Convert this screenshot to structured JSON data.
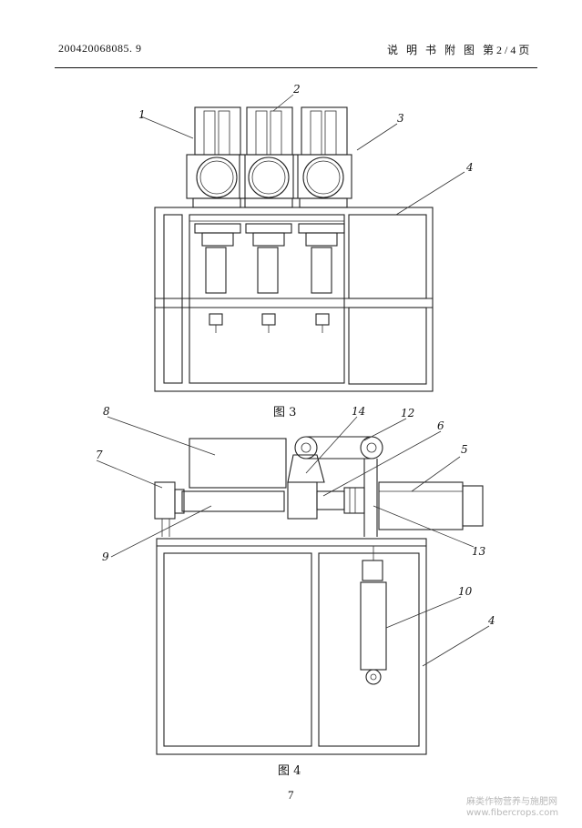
{
  "header": {
    "patent_number": "200420068085. 9",
    "doc_label": "说 明 书 附 图  第2/4页"
  },
  "figure3": {
    "caption": "图 3",
    "labels": [
      "1",
      "2",
      "3",
      "4"
    ]
  },
  "figure4": {
    "caption": "图 4",
    "labels": [
      "8",
      "14",
      "12",
      "6",
      "7",
      "5",
      "9",
      "13",
      "10",
      "4"
    ]
  },
  "page_number": "7",
  "watermark": {
    "line1": "麻类作物营养与施肥网",
    "line2": "www.fibercrops.com"
  }
}
